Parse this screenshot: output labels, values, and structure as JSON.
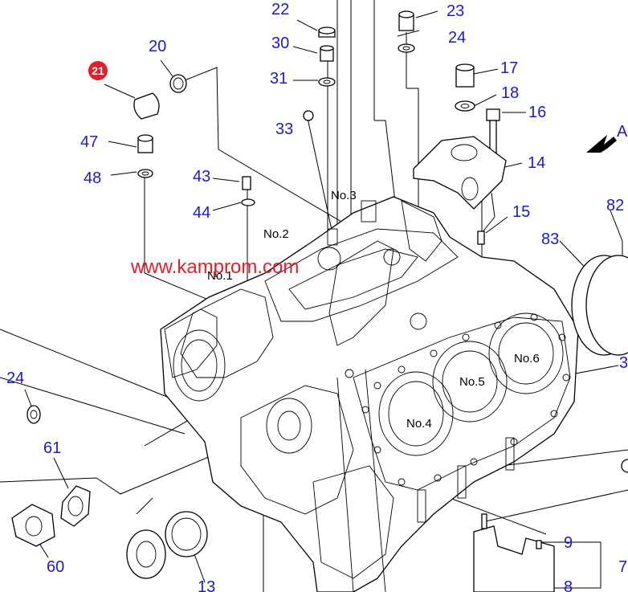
{
  "watermark": "www.kamprom.com",
  "highlight": {
    "number": "21",
    "color": "#e0202a"
  },
  "label_color": "#1a1ad6",
  "callouts": {
    "c20": "20",
    "c22": "22",
    "c23": "23",
    "c24a": "24",
    "c30": "30",
    "c31": "31",
    "c33": "33",
    "c17": "17",
    "c18": "18",
    "c16": "16",
    "c14": "14",
    "c15": "15",
    "c47": "47",
    "c48": "48",
    "c43": "43",
    "c44": "44",
    "c82": "82",
    "c83": "83",
    "c3": "3",
    "c24b": "24",
    "c61": "61",
    "c60": "60",
    "c13": "13",
    "c9": "9",
    "c8": "8",
    "c7": "7"
  },
  "view_arrow_label": "A",
  "slot_labels": {
    "no1": "No.1",
    "no2": "No.2",
    "no3": "No.3"
  },
  "cylinder_labels": {
    "no4": "No.4",
    "no5": "No.5",
    "no6": "No.6"
  }
}
